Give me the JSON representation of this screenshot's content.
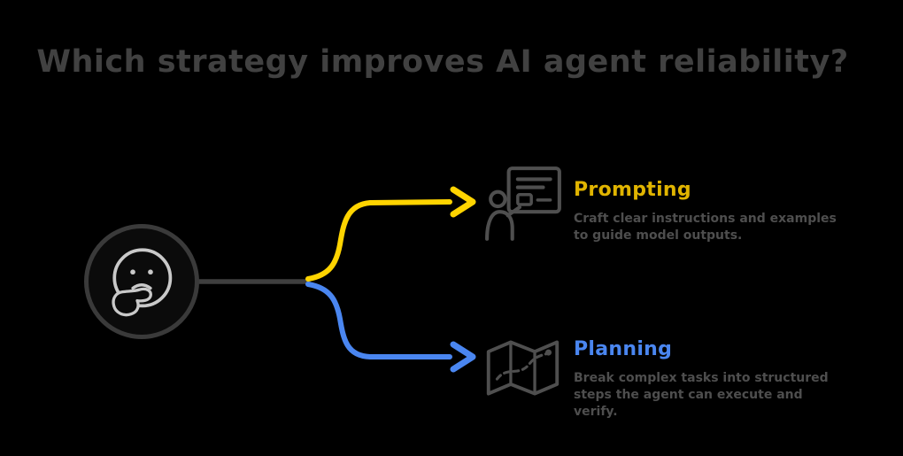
{
  "title": "Which strategy improves AI agent reliability?",
  "thinker": {
    "icon": "thinking-face-icon",
    "circle_fill": "#0b0b0b",
    "circle_border": "#3a3a3a",
    "emoji_outline": "#c9c9c9"
  },
  "branches": [
    {
      "id": "prompting",
      "label": "Prompting",
      "description": "Craft clear instructions and examples to guide model outputs.",
      "label_color": "#e0b400",
      "arrow_color": "#ffd400",
      "icon": "prompt-screen-icon"
    },
    {
      "id": "planning",
      "label": "Planning",
      "description": "Break complex tasks into structured steps the agent can execute and verify.",
      "label_color": "#4a86f0",
      "arrow_color": "#4a86f0",
      "icon": "planning-map-icon"
    }
  ],
  "colors": {
    "background": "#000000",
    "title_text": "#414141",
    "description_text": "#4e4e4e",
    "connector_line": "#3f3f3f",
    "icon_stroke": "#4f4f4f"
  }
}
